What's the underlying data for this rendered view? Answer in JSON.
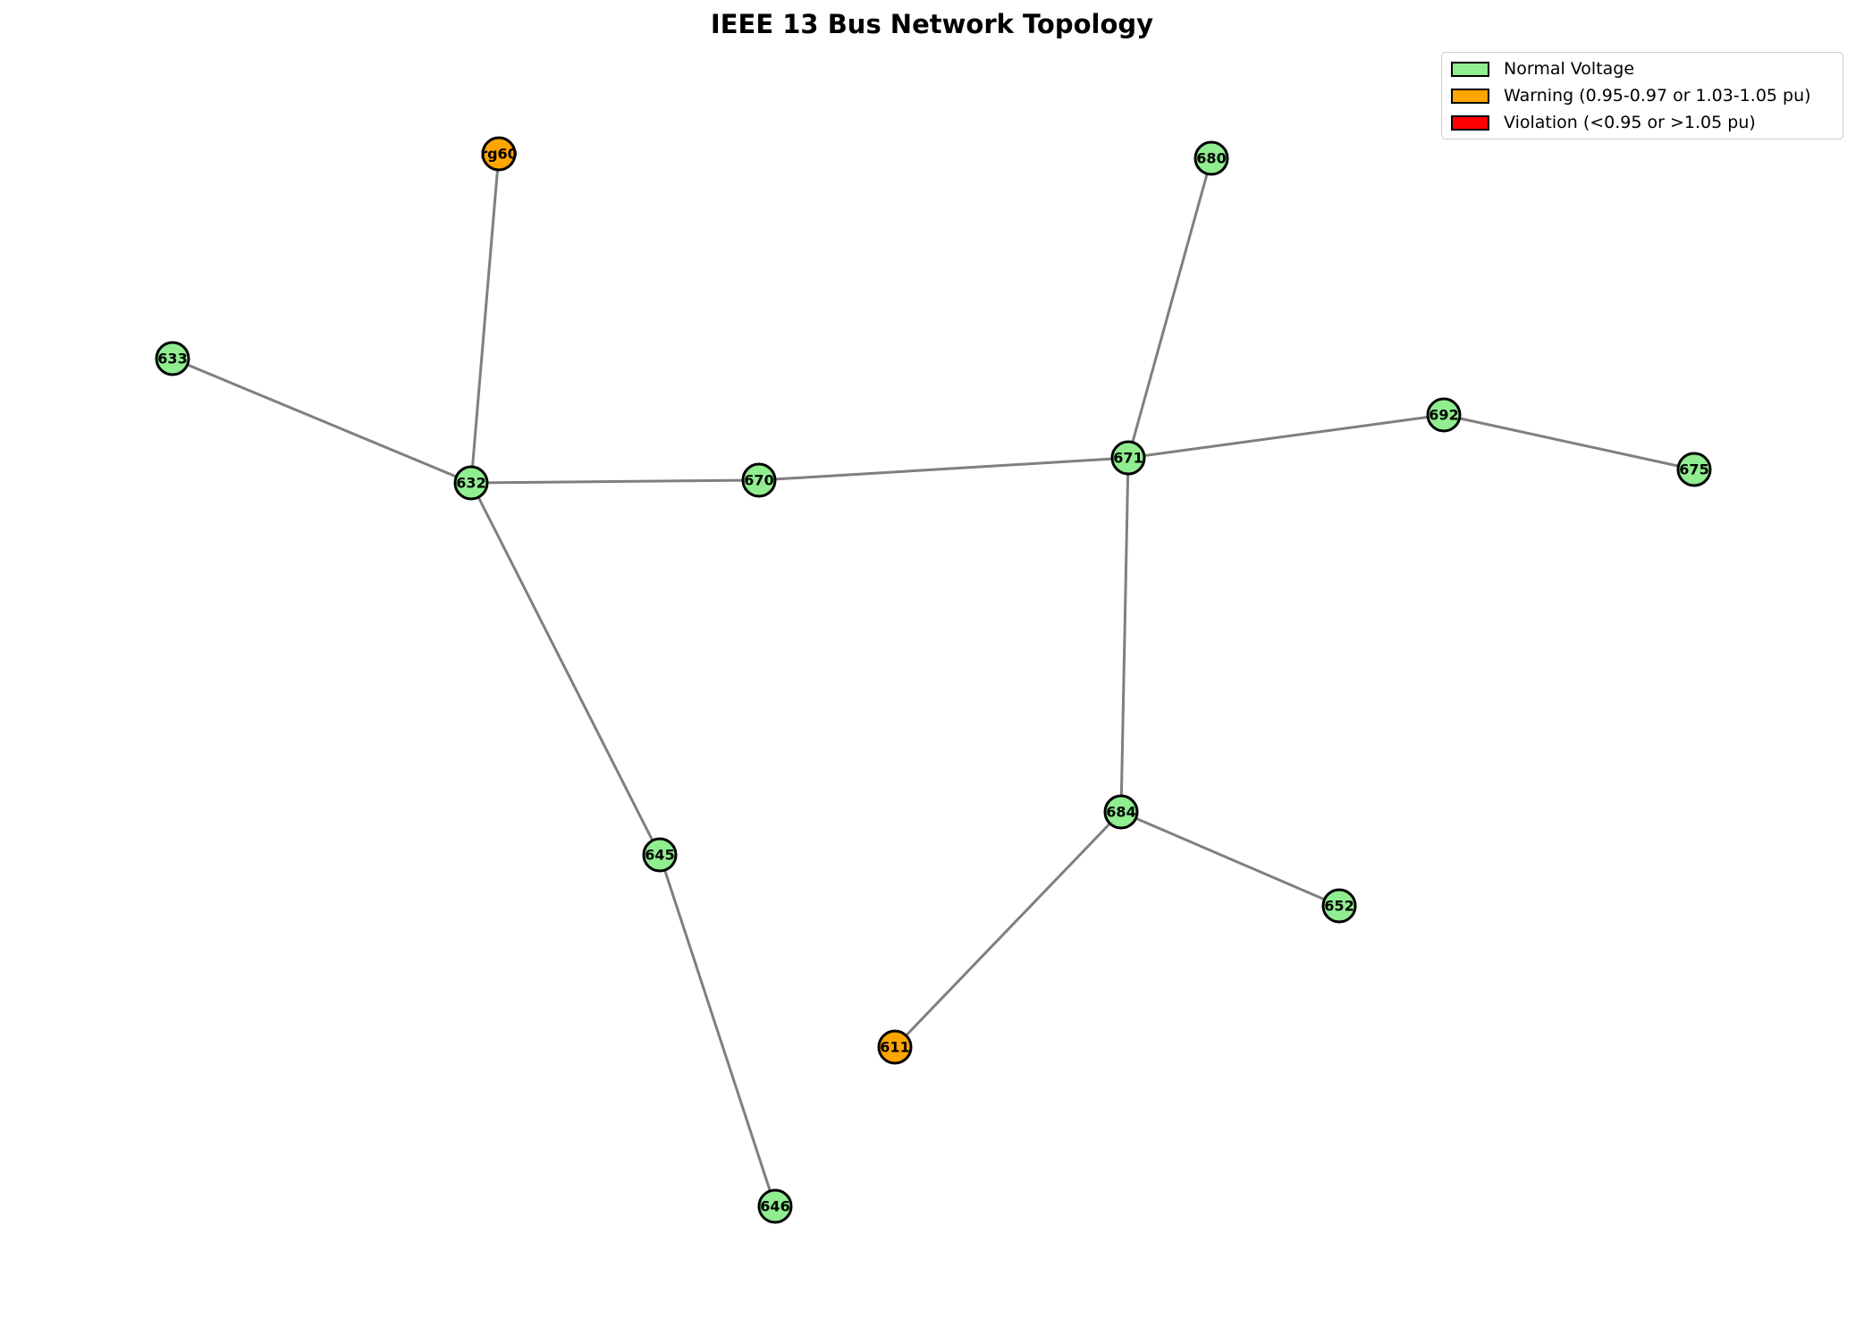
{
  "title": "IEEE 13 Bus Network Topology",
  "colors": {
    "normal": "#90ee90",
    "warning": "#ffa500",
    "violation": "#ff0000",
    "edge": "#808080",
    "outline": "#000000"
  },
  "legend": [
    {
      "label": "Normal Voltage",
      "status": "normal"
    },
    {
      "label": "Warning (0.95-0.97 or 1.03-1.05 pu)",
      "status": "warning"
    },
    {
      "label": "Violation (<0.95 or >1.05 pu)",
      "status": "violation"
    }
  ],
  "nodes": [
    {
      "id": "rg60",
      "label": "rg60",
      "status": "warning"
    },
    {
      "id": "633",
      "label": "633",
      "status": "normal"
    },
    {
      "id": "632",
      "label": "632",
      "status": "normal"
    },
    {
      "id": "670",
      "label": "670",
      "status": "normal"
    },
    {
      "id": "671",
      "label": "671",
      "status": "normal"
    },
    {
      "id": "680",
      "label": "680",
      "status": "normal"
    },
    {
      "id": "692",
      "label": "692",
      "status": "normal"
    },
    {
      "id": "675",
      "label": "675",
      "status": "normal"
    },
    {
      "id": "645",
      "label": "645",
      "status": "normal"
    },
    {
      "id": "646",
      "label": "646",
      "status": "normal"
    },
    {
      "id": "684",
      "label": "684",
      "status": "normal"
    },
    {
      "id": "652",
      "label": "652",
      "status": "normal"
    },
    {
      "id": "611",
      "label": "611",
      "status": "warning"
    }
  ],
  "edges": [
    [
      "rg60",
      "632"
    ],
    [
      "633",
      "632"
    ],
    [
      "632",
      "670"
    ],
    [
      "632",
      "645"
    ],
    [
      "645",
      "646"
    ],
    [
      "670",
      "671"
    ],
    [
      "671",
      "680"
    ],
    [
      "671",
      "692"
    ],
    [
      "692",
      "675"
    ],
    [
      "671",
      "684"
    ],
    [
      "684",
      "652"
    ],
    [
      "684",
      "611"
    ]
  ]
}
